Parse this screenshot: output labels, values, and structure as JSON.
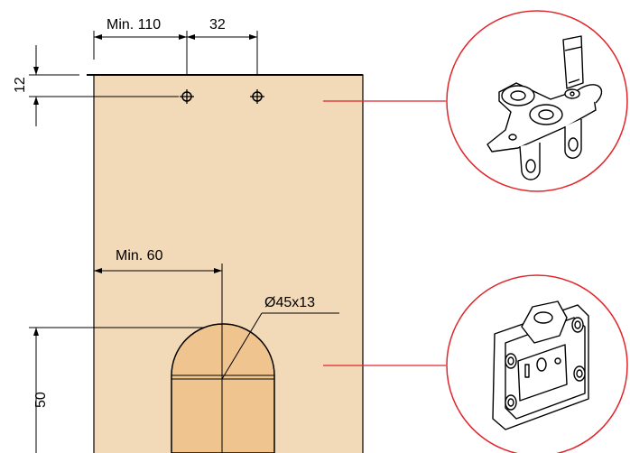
{
  "dimensions": {
    "min_110": "Min. 110",
    "spacing_32": "32",
    "edge_12": "12",
    "min_60": "Min. 60",
    "bore": "Ø45x13",
    "depth_50": "50"
  },
  "parts": {
    "top_fitting": "top-carrier-bracket-icon",
    "side_fitting": "side-mounting-plate-icon"
  },
  "colors": {
    "panel": "#f2d9b8",
    "bore_fill": "#efc48f",
    "leader_red": "#e0262b",
    "line": "#000000"
  }
}
